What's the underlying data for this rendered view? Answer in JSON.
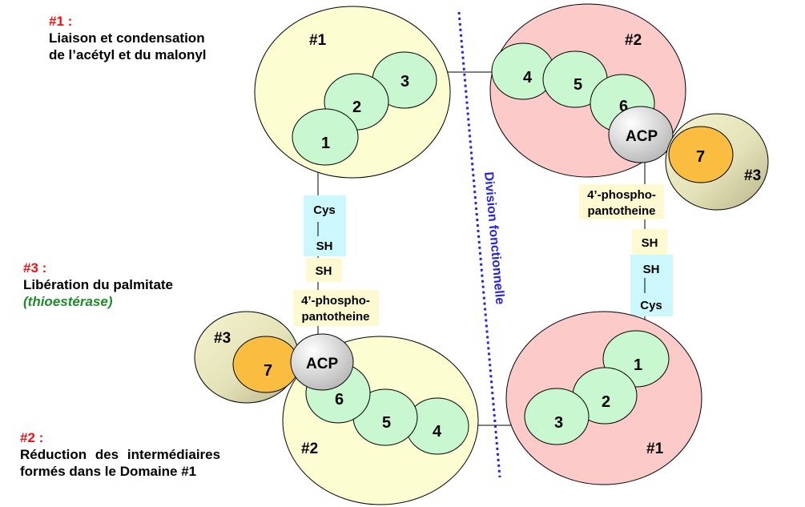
{
  "legend": [
    {
      "id": "#1 :",
      "lines": [
        "Liaison et condensation",
        "de l’acétyl et du malonyl"
      ]
    },
    {
      "id": "#3 :",
      "lines": [
        "Libération du palmitate"
      ],
      "note": "(thioestérase)"
    },
    {
      "id": "#2 :",
      "lines": [
        "Réduction des intermédiaires",
        "formés dans le Domaine #1"
      ]
    }
  ],
  "division_label": "Division fonctionnelle",
  "monomer_top": {
    "domain1": {
      "label": "#1",
      "subunits": [
        "1",
        "2",
        "3"
      ]
    },
    "domain2": {
      "label": "#2",
      "subunits": [
        "4",
        "5",
        "6"
      ]
    },
    "acp": "ACP",
    "domain3": {
      "label": "#3",
      "subunit": "7"
    },
    "linker_acp": [
      "4’-phospho-",
      "pantotheine"
    ],
    "sh_acp": "SH",
    "cys_box": {
      "sh": "SH",
      "cys": "Cys"
    }
  },
  "monomer_bottom": {
    "domain1": {
      "label": "#1",
      "subunits": [
        "1",
        "2",
        "3"
      ]
    },
    "domain2": {
      "label": "#2",
      "subunits": [
        "4",
        "5",
        "6"
      ]
    },
    "acp": "ACP",
    "domain3": {
      "label": "#3",
      "subunit": "7"
    },
    "linker_acp": [
      "4’-phospho-",
      "pantotheine"
    ],
    "sh_acp": "SH",
    "cys_box": {
      "sh": "SH",
      "cys": "Cys"
    }
  },
  "colors": {
    "domain1_yellow": "#fdfdd2",
    "domain_pink": "#fdcaca",
    "subunit_green": "#c8f7d0",
    "thioesterase_orange": "#fbbd3f",
    "cys_cyan": "#ccf7fd",
    "linker_yellow": "#fdfad2",
    "division_blue": "#2424e6",
    "legend_red": "#ee1111",
    "legend_green": "#1e8a2a"
  }
}
